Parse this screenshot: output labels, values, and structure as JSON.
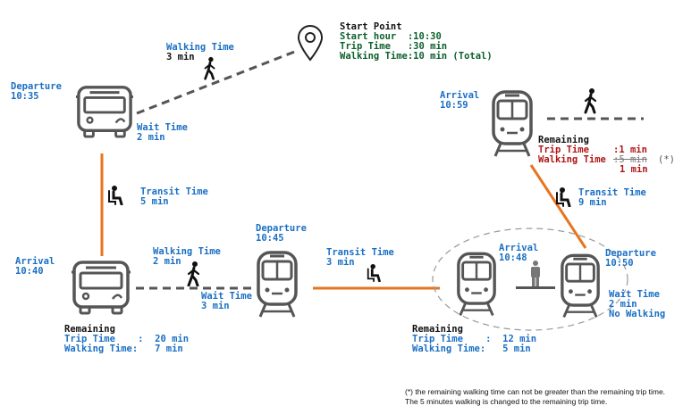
{
  "start": {
    "title": "Start Point",
    "start_hour": "Start hour  :10:30",
    "trip_time": "Trip Time   :30 min",
    "walking_time": "Walking Time:10 min (Total)"
  },
  "walk_to_bus": {
    "label": "Walking Time",
    "value": "3 min"
  },
  "bus_departure": {
    "label": "Departure",
    "time": "10:35"
  },
  "bus_wait": {
    "label": "Wait Time",
    "value": "2 min"
  },
  "transit_bus": {
    "label": "Transit Time",
    "value": "5 min"
  },
  "bus_arrival": {
    "label": "Arrival",
    "time": "10:40"
  },
  "remaining_1": {
    "title": "Remaining",
    "trip": "Trip Time    :  20 min",
    "walk": "Walking Time:   7 min"
  },
  "walk_to_tram": {
    "label": "Walking Time",
    "value": "2 min"
  },
  "tram_wait": {
    "label": "Wait Time",
    "value": "3 min"
  },
  "tram1_departure": {
    "label": "Departure",
    "time": "10:45"
  },
  "transit_tram": {
    "label": "Transit Time",
    "value": "3 min"
  },
  "tram1_arrival": {
    "label": "Arrival",
    "time": "10:48"
  },
  "tram2_departure": {
    "label": "Departure",
    "time": "10:50"
  },
  "tram2_wait": {
    "label": "Wait Time",
    "value": "2 min",
    "extra": "No Walking"
  },
  "remaining_2": {
    "title": "Remaining",
    "trip": "Trip Time    :  12 min",
    "walk": "Walking Time:   5 min"
  },
  "transit_tram2": {
    "label": "Transit Time",
    "value": "9 min"
  },
  "final_arrival": {
    "label": "Arrival",
    "time": "10:59"
  },
  "remaining_3": {
    "title": "Remaining",
    "trip_label": "Trip Time",
    "trip_value": ":1 min",
    "walk_label": "Walking Time",
    "walk_struck": ":5 min",
    "walk_marker": "(*)",
    "walk_value": "1 min"
  },
  "footnote": {
    "line1": "(*) the remaining walking time can not be greater than the remaining trip time.",
    "line2": "The 5 minutes walking  is changed to the remaining trip time."
  },
  "colors": {
    "transit_line": "#e8741e",
    "walk_line": "#555555",
    "label_blue": "#1a6fc4",
    "highlight_green": "#0a5f2b",
    "warning_red": "#b01515"
  },
  "icons": [
    "pin-icon",
    "walking-person-icon",
    "bus-icon",
    "tram-icon",
    "seated-passenger-icon",
    "standing-person-icon"
  ]
}
